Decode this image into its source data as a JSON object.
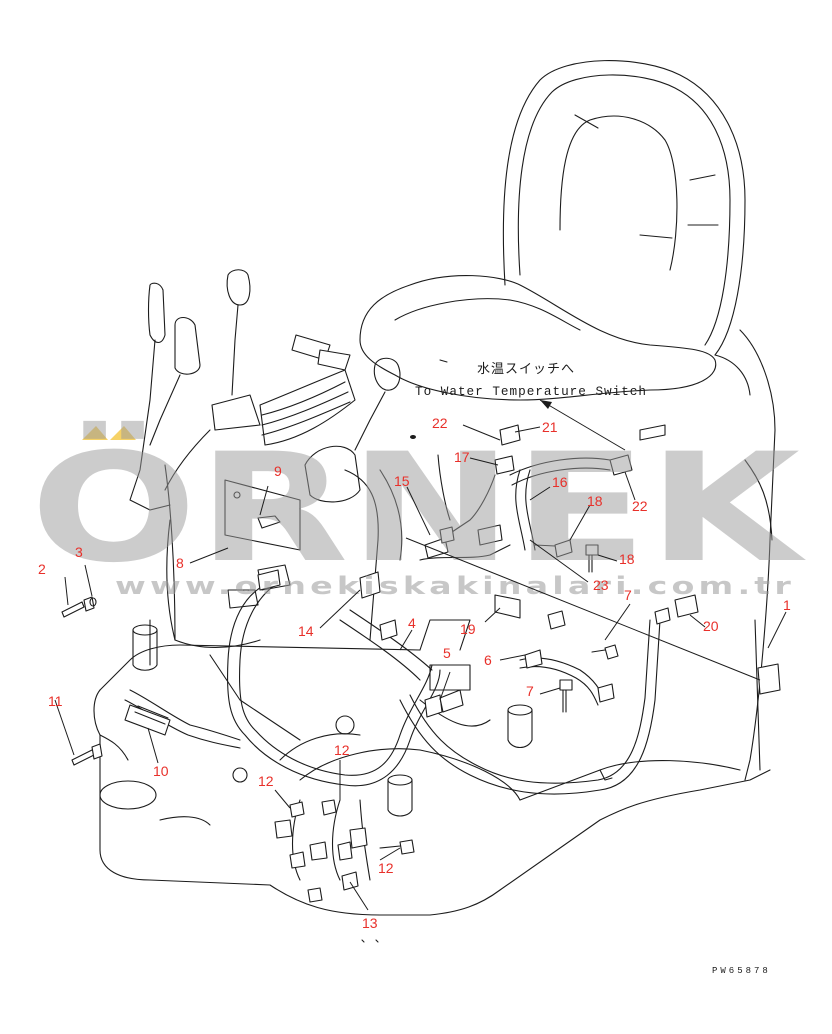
{
  "diagram": {
    "note_japanese": "水温スイッチへ",
    "note_english": "To Water Temperature Switch",
    "drawing_code": "PW65878",
    "callouts": [
      "1",
      "2",
      "3",
      "4",
      "5",
      "6",
      "7",
      "7",
      "8",
      "9",
      "10",
      "11",
      "12",
      "12",
      "12",
      "13",
      "14",
      "15",
      "16",
      "17",
      "18",
      "18",
      "19",
      "20",
      "21",
      "22",
      "22",
      "23"
    ]
  },
  "watermark": {
    "brand": "ÖRNEK",
    "url": "www.ornekiskakinalari.com.tr"
  },
  "colors": {
    "callout": "#e8302a",
    "line": "#1c1c1c",
    "watermark": "#9a9a9a",
    "watermark_accent": "#f0b400"
  }
}
